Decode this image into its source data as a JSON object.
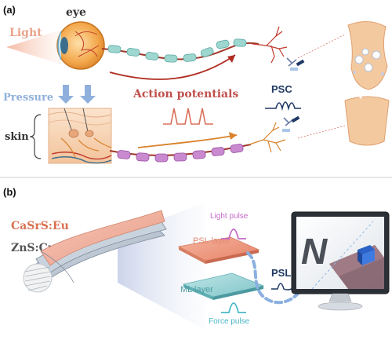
{
  "panel_a": {
    "label": "(a)",
    "eye_label": "eye",
    "light_label": "Light",
    "pressure_label": "Pressure",
    "skin_label": "skin",
    "action_label": "Action potentials",
    "psc_label": "PSC"
  },
  "panel_b": {
    "label": "(b)",
    "phosphor_top": "CaSrS:Eu",
    "phosphor_bottom": "ZnS:Cu",
    "psl_layer": "PSL layer",
    "ml_layer": "ML layer",
    "light_pulse": "Light pulse",
    "force_pulse": "Force pulse",
    "psl": "PSL",
    "screen_letter": "N"
  },
  "colors": {
    "eye_text": "#333333",
    "light_text": "#e8a48a",
    "pressure_text": "#8fb0dc",
    "action_text": "#c0504d",
    "psc_text": "#1f3864",
    "nerve": "#a0382a",
    "axon_teal": "#9ed6d0",
    "axon_purple": "#c98ad0",
    "dendrite": "#c0392b",
    "synapse": "#f3c9a0",
    "phosphor_text": "#d9704f",
    "zns_text": "#555555",
    "psl_layer_color": "#f0a58c",
    "ml_layer_color": "#9fd5d8",
    "light_pulse_color": "#c56bc9",
    "force_pulse_color": "#4ab8c8",
    "psl_line_color": "#5a8ad0"
  }
}
